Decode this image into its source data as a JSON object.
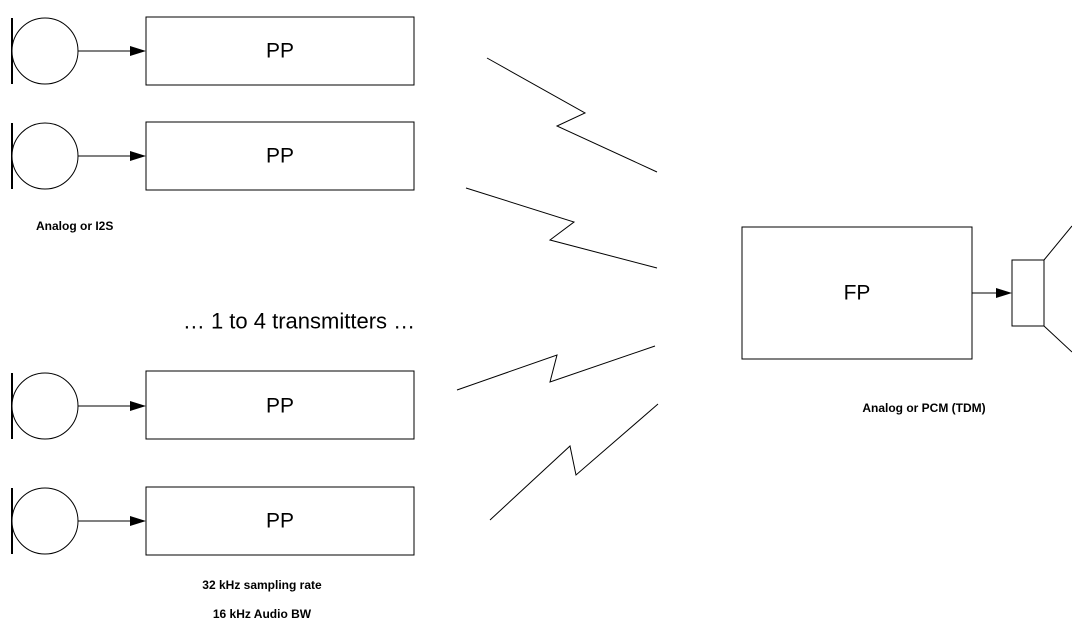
{
  "transmitters": [
    {
      "label": "PP"
    },
    {
      "label": "PP"
    },
    {
      "label": "PP"
    },
    {
      "label": "PP"
    }
  ],
  "receiver": {
    "label": "FP"
  },
  "notes": {
    "tx_interface": "Analog or I2S",
    "tx_count": "… 1 to 4 transmitters …",
    "sampling_rate": "32 kHz sampling rate",
    "audio_bw": "16 kHz Audio BW",
    "rx_interface": "Analog or PCM (TDM)"
  },
  "icons": {
    "source": "microphone-icon",
    "sink": "speaker-icon",
    "link": "wireless-link-icon"
  }
}
